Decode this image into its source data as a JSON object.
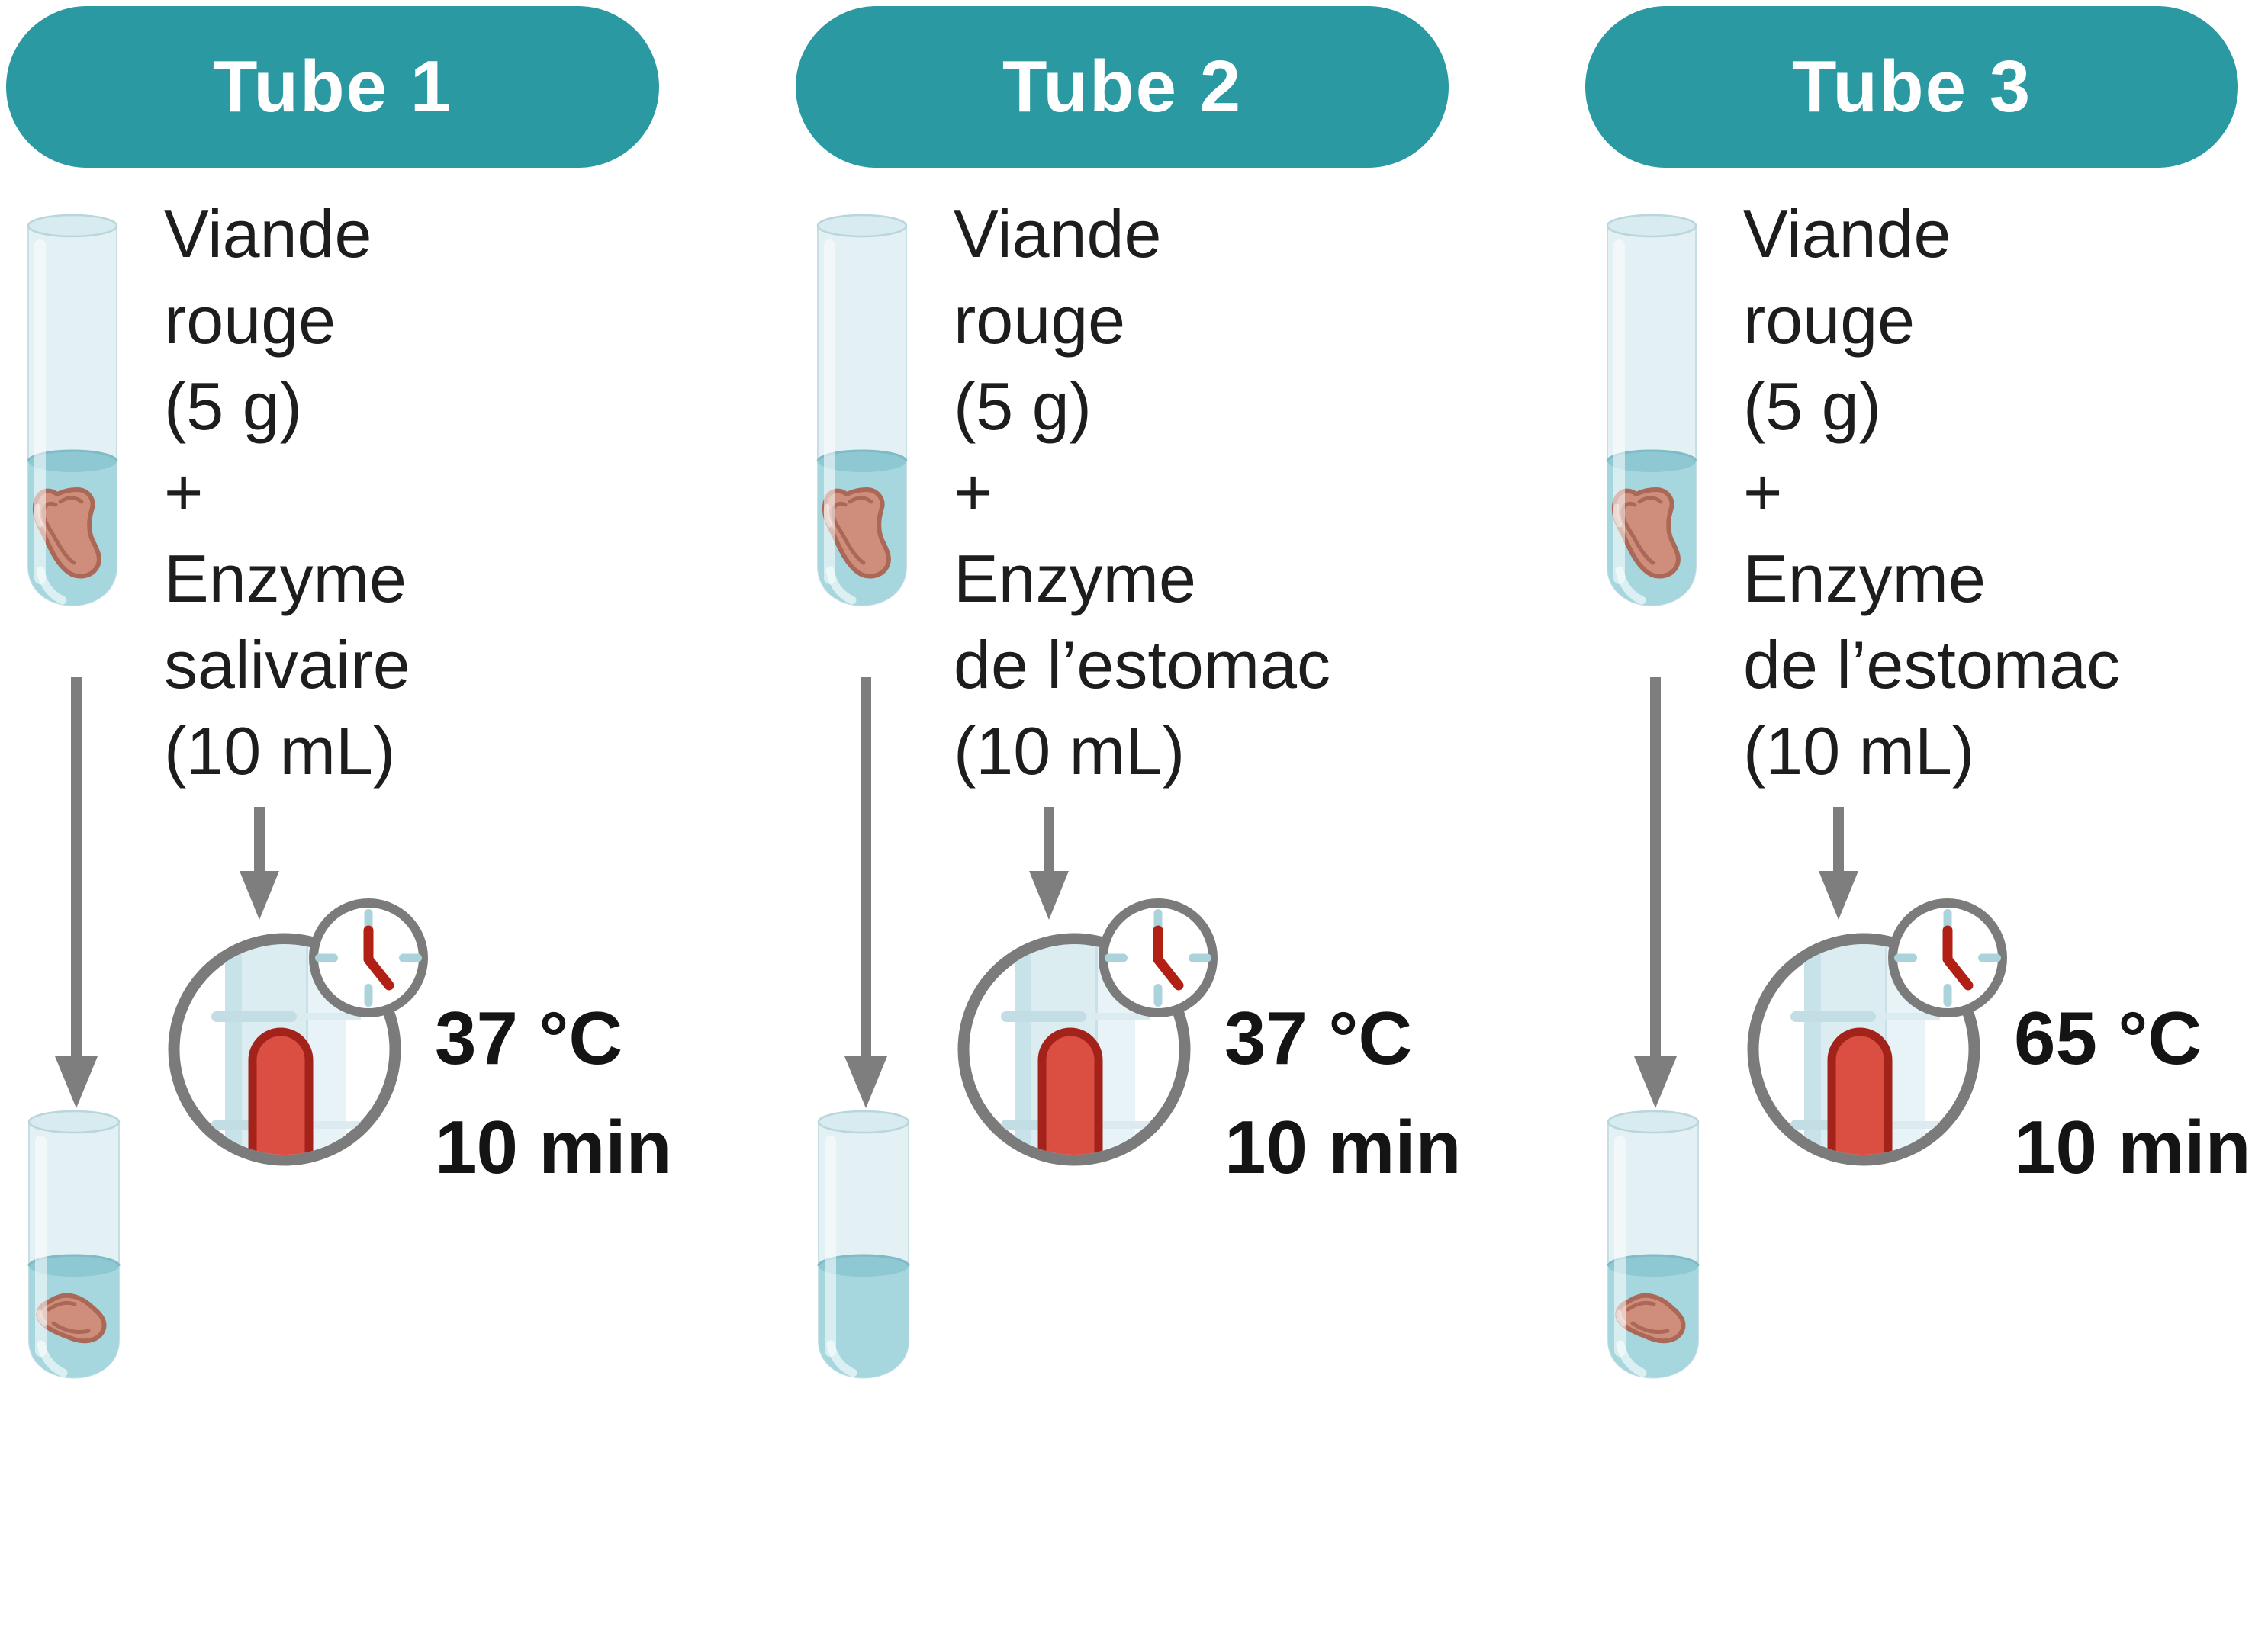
{
  "colors": {
    "header_teal": "#2A99A2",
    "header_text": "#FFFFFF",
    "body_text": "#1D1D1D",
    "arrow_gray": "#7E7E7E",
    "circle_border_gray": "#7B7B7B",
    "tube_glass": "#E3F0F4",
    "tube_rim": "#D7EBF0",
    "liquid": "#A7D7DE",
    "liquid_surface": "#8EC8D2",
    "meat_fill": "#CE8E7B",
    "meat_outline": "#AC6857",
    "mercury_red": "#DB4F42",
    "mercury_dark_red": "#A3221A",
    "clock_tick_blue": "#ABD3DC",
    "clock_hand_red": "#B22015"
  },
  "icons": {
    "thermometer": "thermometer-in-magnifier-circle",
    "clock": "clock-face",
    "long_arrow": "down-arrow",
    "short_arrow": "down-arrow"
  },
  "columns": [
    {
      "header": "Tube 1",
      "contents_lines": [
        "Viande",
        "rouge",
        "(5 g)",
        "+",
        "Enzyme",
        "salivaire",
        "(10 mL)"
      ],
      "condition": {
        "temperature": "37 °C",
        "duration": "10 min"
      },
      "initial_tube": {
        "contains_meat": true,
        "contains_liquid": true
      },
      "result_tube": {
        "contains_meat": true,
        "contains_liquid": true
      }
    },
    {
      "header": "Tube 2",
      "contents_lines": [
        "Viande",
        "rouge",
        "(5 g)",
        "+",
        "Enzyme",
        "de l’estomac",
        "(10 mL)"
      ],
      "condition": {
        "temperature": "37 °C",
        "duration": "10 min"
      },
      "initial_tube": {
        "contains_meat": true,
        "contains_liquid": true
      },
      "result_tube": {
        "contains_meat": false,
        "contains_liquid": true
      }
    },
    {
      "header": "Tube 3",
      "contents_lines": [
        "Viande",
        "rouge",
        "(5 g)",
        "+",
        "Enzyme",
        "de l’estomac",
        "(10 mL)"
      ],
      "condition": {
        "temperature": "65 °C",
        "duration": "10 min"
      },
      "initial_tube": {
        "contains_meat": true,
        "contains_liquid": true
      },
      "result_tube": {
        "contains_meat": true,
        "contains_liquid": true
      }
    }
  ]
}
